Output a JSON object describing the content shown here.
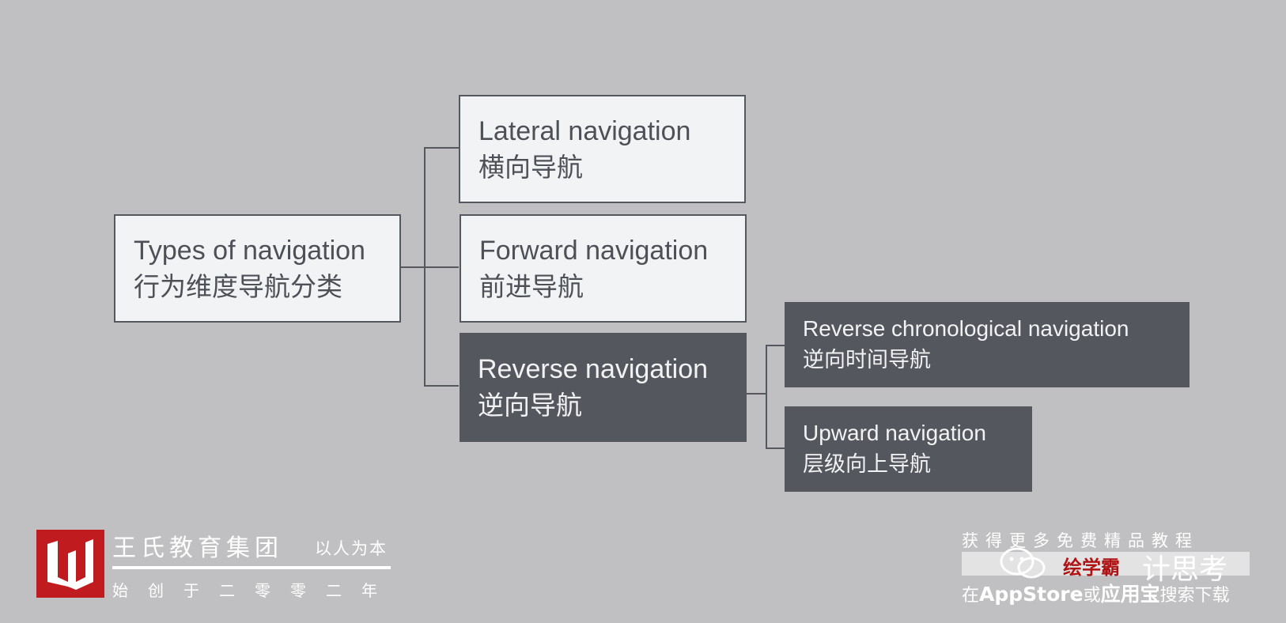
{
  "diagram": {
    "root": {
      "en": "Types of navigation",
      "zh": "行为维度导航分类"
    },
    "children": [
      {
        "en": "Lateral navigation",
        "zh": "横向导航"
      },
      {
        "en": "Forward navigation",
        "zh": "前进导航"
      },
      {
        "en": "Reverse navigation",
        "zh": "逆向导航"
      }
    ],
    "reverse_children": [
      {
        "en": "Reverse chronological navigation",
        "zh": "逆向时间导航"
      },
      {
        "en": "Upward navigation",
        "zh": "层级向上导航"
      }
    ],
    "colors": {
      "background": "#c0c0c2",
      "light_node": "#f2f3f5",
      "dark_node": "#54575e",
      "connector": "#55585e"
    }
  },
  "footer": {
    "org_name": "王氏教育集团",
    "slogan": "以人为本",
    "founded": "始创于二零零二年",
    "logo_icon": "w-logo-icon",
    "logo_color": "#c01c20"
  },
  "watermark": {
    "top": "获得更多免费精品教程",
    "brand": "绘学霸",
    "sub": "计思考",
    "bottom_prefix": "在",
    "bottom_store": "AppStore",
    "bottom_or": "或",
    "bottom_app": "应用宝",
    "bottom_suffix": "搜索下载",
    "icon": "wechat-icon",
    "brand_color": "#b01313"
  }
}
